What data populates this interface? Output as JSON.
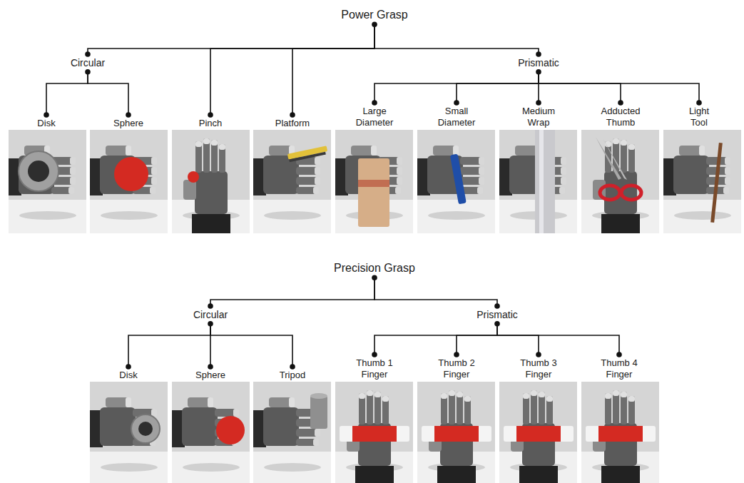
{
  "diagram": {
    "nodes": [
      {
        "text": [
          "Power Grasp"
        ]
      },
      {
        "text": [
          "Circular"
        ]
      },
      {
        "text": [
          "Pinch"
        ]
      },
      {
        "text": [
          "Platform"
        ]
      },
      {
        "text": [
          "Prismatic"
        ]
      },
      {
        "text": [
          "Disk"
        ]
      },
      {
        "text": [
          "Sphere"
        ]
      },
      {
        "text": [
          "Large Diameter"
        ]
      },
      {
        "text": [
          "Small Diameter"
        ]
      },
      {
        "text": [
          "Medium Wrap"
        ]
      },
      {
        "text": [
          "Adducted Thumb"
        ]
      },
      {
        "text": [
          "Light Tool"
        ]
      },
      {
        "text": [
          "Precision Grasp"
        ]
      },
      {
        "text": [
          "Circular"
        ]
      },
      {
        "text": [
          "Prismatic"
        ]
      },
      {
        "text": [
          "Disk"
        ]
      },
      {
        "text": [
          "Sphere"
        ]
      },
      {
        "text": [
          "Tripod"
        ]
      },
      {
        "text": [
          "Thumb 1 Finger"
        ]
      },
      {
        "text": [
          "Thumb 2 Finger"
        ]
      },
      {
        "text": [
          "Thumb 3 Finger"
        ]
      },
      {
        "text": [
          "Thumb 4 Finger"
        ]
      }
    ],
    "edges": [
      {
        "from": 0,
        "to": 1,
        "arrow": "none"
      },
      {
        "from": 0,
        "to": 2,
        "arrow": "none"
      },
      {
        "from": 0,
        "to": 3,
        "arrow": "none"
      },
      {
        "from": 0,
        "to": 4,
        "arrow": "none"
      },
      {
        "from": 1,
        "to": 5,
        "arrow": "none"
      },
      {
        "from": 1,
        "to": 6,
        "arrow": "none"
      },
      {
        "from": 4,
        "to": 7,
        "arrow": "none"
      },
      {
        "from": 4,
        "to": 8,
        "arrow": "none"
      },
      {
        "from": 4,
        "to": 9,
        "arrow": "none"
      },
      {
        "from": 4,
        "to": 10,
        "arrow": "none"
      },
      {
        "from": 4,
        "to": 11,
        "arrow": "none"
      },
      {
        "from": 12,
        "to": 13,
        "arrow": "none"
      },
      {
        "from": 12,
        "to": 14,
        "arrow": "none"
      },
      {
        "from": 13,
        "to": 15,
        "arrow": "none"
      },
      {
        "from": 13,
        "to": 16,
        "arrow": "none"
      },
      {
        "from": 13,
        "to": 17,
        "arrow": "none"
      },
      {
        "from": 14,
        "to": 18,
        "arrow": "none"
      },
      {
        "from": 14,
        "to": 19,
        "arrow": "none"
      },
      {
        "from": 14,
        "to": 20,
        "arrow": "none"
      },
      {
        "from": 14,
        "to": 21,
        "arrow": "none"
      }
    ]
  }
}
